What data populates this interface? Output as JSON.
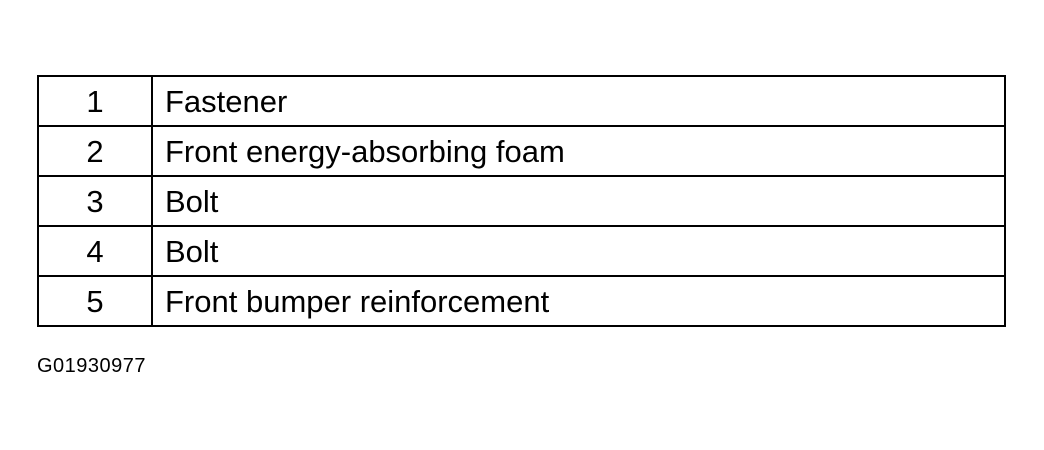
{
  "legend": {
    "rows": [
      {
        "number": "1",
        "description": "Fastener"
      },
      {
        "number": "2",
        "description": "Front energy-absorbing foam"
      },
      {
        "number": "3",
        "description": "Bolt"
      },
      {
        "number": "4",
        "description": "Bolt"
      },
      {
        "number": "5",
        "description": "Front bumper reinforcement"
      }
    ]
  },
  "figure_id": "G01930977"
}
